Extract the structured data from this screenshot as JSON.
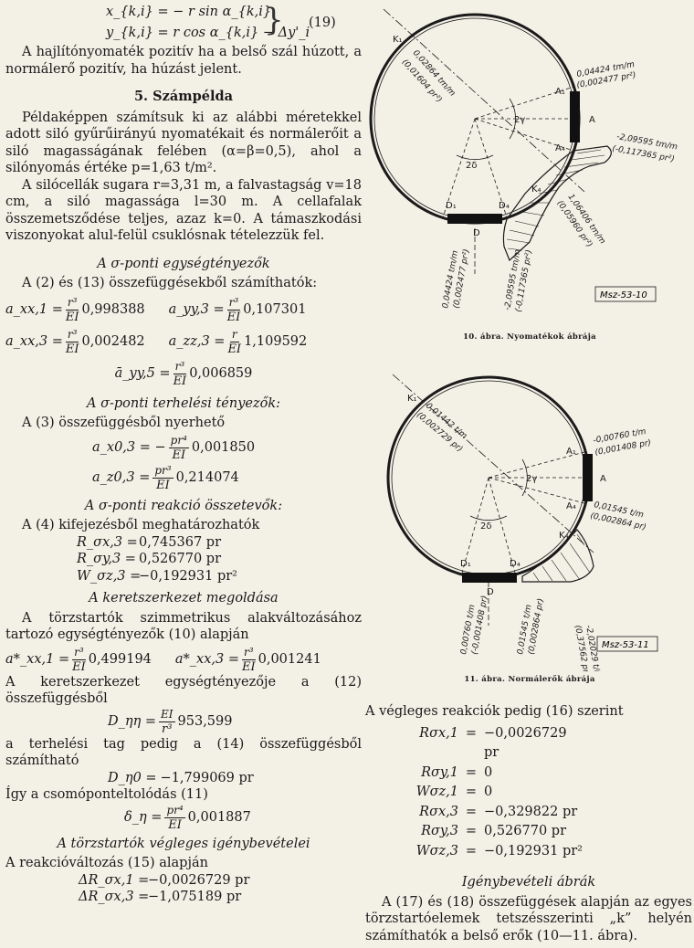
{
  "top_eq": {
    "l1": "x_{k,i} = − r sin α_{k,i}",
    "l2": "y_{k,i} = r cos α_{k,i} − Δy'_i",
    "num": "(19)"
  },
  "p_sign": "A hajlítónyomaték pozitív ha a belső szál húzott, a normálerő pozitív, ha húzást jelent.",
  "h_example": "5. Számpélda",
  "p_ex1": "Példaképpen számítsuk ki az alábbi méretekkel adott siló gyűrűirányú nyomatékait és normálerőit a siló magasságának felében (α=β=0,5), ahol a silónyomás értéke p=1,63 t/m².",
  "p_ex2": "A silócellák sugara r=3,31 m, a falvastagság v=18 cm, a siló magassága l=30 m. A cellafalak összemetsződése teljes, azaz k=0. A támaszkodási viszonyokat alul-felül csuklósnak tételezzük fel.",
  "h_unit": "A σ-ponti egységtényezők",
  "p_unit": "A (2) és (13) összefüggésekből számíthatók:",
  "unit": [
    {
      "lhs": "a_xx,1 =",
      "n": "r³",
      "d": "EI",
      "v": "0,998388"
    },
    {
      "lhs": "a_yy,3 =",
      "n": "r³",
      "d": "EI",
      "v": "0,107301"
    },
    {
      "lhs": "a_xx,3 =",
      "n": "r³",
      "d": "EI",
      "v": "0,002482"
    },
    {
      "lhs": "a_zz,3 =",
      "n": "r",
      "d": "EI",
      "v": "1,109592"
    },
    {
      "lhs": "ā_yy,5 =",
      "n": "r³",
      "d": "EI",
      "v": "0,006859"
    }
  ],
  "h_load": "A σ-ponti terhelési tényezők:",
  "p_load": "A (3) összefüggésből nyerhető",
  "load": [
    {
      "lhs": "a_x0,3 = −",
      "n": "pr⁴",
      "d": "EI",
      "v": "0,001850"
    },
    {
      "lhs": "a_z0,3 =",
      "n": "pr³",
      "d": "EI",
      "v": "0,214074"
    }
  ],
  "h_react": "A σ-ponti reakció összetevők:",
  "p_react": "A (4) kifejezésből meghatározhatók",
  "react": [
    {
      "lhs": "R_σx,3 =",
      "v": "0,745367 pr"
    },
    {
      "lhs": "R_σy,3 =",
      "v": "0,526770 pr"
    },
    {
      "lhs": "W_σz,3 =",
      "v": "−0,192931 pr²"
    }
  ],
  "h_frame": "A keretszerkezet megoldása",
  "p_frame1": "A törzstartók szimmetrikus alakváltozásához tartozó egységtényezők (10) alapján",
  "frame_star": [
    {
      "lhs": "a*_xx,1 =",
      "n": "r³",
      "d": "EI",
      "v": "0,499194"
    },
    {
      "lhs": "a*_xx,3 =",
      "n": "r³",
      "d": "EI",
      "v": "0,001241"
    }
  ],
  "p_frame2": "A keretszerkezet egységtényezője a (12) összefüggésből",
  "d_eta": {
    "lhs": "D_ηη =",
    "n": "EI",
    "d": "r³",
    "v": "953,599"
  },
  "p_frame3": "a terhelési tag pedig a (14) összefüggésből számítható",
  "d_eta0": {
    "lhs": "D_η0 =",
    "v": "−1,799069 pr"
  },
  "p_frame4": "Így a csomóponteltolódás (11)",
  "delta": {
    "lhs": "δ_η =",
    "n": "pr⁴",
    "d": "EI",
    "v": "0,001887"
  },
  "h_final": "A törzstartók végleges igénybevételei",
  "p_final": "A reakcióváltozás (15) alapján",
  "dR": [
    {
      "lhs": "ΔR_σx,1 =",
      "v": "−0,0026729 pr"
    },
    {
      "lhs": "ΔR_σx,3 =",
      "v": "−1,075189 pr"
    }
  ],
  "fig10": {
    "caption": "10. ábra. Nyomatékok ábrája",
    "tag": "Msz-53-10",
    "labels": {
      "k1": "K₁",
      "a1": "A₁",
      "a": "A",
      "a4": "A₄",
      "k4": "K₄",
      "d1": "D₁",
      "d4": "D₄",
      "d": "D",
      "two_gamma": "2γ",
      "two_delta": "2δ",
      "v1": "0,02864 tm/m",
      "v1b": "(0,01604 pr²)",
      "v2": "0,04424 tm/m",
      "v2b": "(0,002477 pr²)",
      "v3": "-2,09595 tm/m",
      "v3b": "(-0,117365 pr²)",
      "v4": "1,06406 tm/m",
      "v4b": "(0,05960 pr²)",
      "v5": "0,04424 tm/m",
      "v5b": "(0,002477 pr²)",
      "v6": "-2,09595 tm/m",
      "v6b": "(-0,117365 pr²)"
    }
  },
  "fig11": {
    "caption": "11. ábra. Normálerők ábrája",
    "tag": "Msz-53-11",
    "labels": {
      "k1": "K₁",
      "a1": "A₁",
      "a": "A",
      "a4": "A₄",
      "k4": "K₄",
      "d1": "D₁",
      "d4": "D₄",
      "d": "D",
      "two_gamma": "2γ",
      "two_delta": "2δ",
      "v1": "0,01442 t/m",
      "v1b": "(0,002729 pr)",
      "v2": "-0,00760 t/m",
      "v2b": "(0,001408 pr)",
      "v3": "0,01545 t/m",
      "v3b": "(0,002864 pr)",
      "v4": "0,00760 t/m",
      "v4b": "(-0,001408 pr)",
      "v5": "0,01545 t/m",
      "v5b": "(0,002864 pr)",
      "v6": "-2,02029 t/m",
      "v6b": "(0,37562 pr)"
    }
  },
  "p_final_r": "A végleges reakciók pedig (16) szerint",
  "finalR": [
    {
      "lhs": "Rσx,1",
      "v": "−0,0026729 pr"
    },
    {
      "lhs": "Rσy,1",
      "v": "0"
    },
    {
      "lhs": "Wσz,1",
      "v": "0"
    },
    {
      "lhs": "Rσx,3",
      "v": "−0,329822 pr"
    },
    {
      "lhs": "Rσy,3",
      "v": "0,526770 pr"
    },
    {
      "lhs": "Wσz,3",
      "v": "−0,192931 pr²"
    }
  ],
  "h_diagrams": "Igénybevételi ábrák",
  "p_diagrams": "A (17) és (18) összefüggések alapján az egyes törzstartóelemek tetszésszerinti „k” helyén számíthatók a belső erők (10—11. ábra)."
}
